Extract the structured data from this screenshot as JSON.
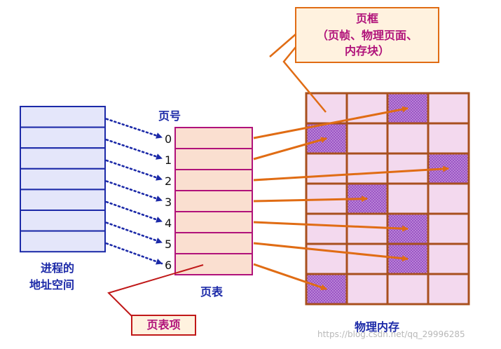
{
  "labels": {
    "page_number_header": "页号",
    "process_address_space_line1": "进程的",
    "process_address_space_line2": "地址空间",
    "page_table": "页表",
    "physical_memory": "物理内存",
    "page_table_entry": "页表项",
    "page_frame_line1": "页框",
    "page_frame_line2": "（页帧、物理页面、",
    "page_frame_line3": "内存块）"
  },
  "page_numbers": [
    "0",
    "1",
    "2",
    "3",
    "4",
    "5",
    "6"
  ],
  "watermark": "https://blog.csdn.net/qq_29996285",
  "colors": {
    "address_space_fill": "#e4e6fa",
    "address_space_border": "#1c2aa8",
    "page_table_fill": "#fadfd0",
    "page_table_border": "#b0127a",
    "memory_fill": "#f3d9ee",
    "memory_border": "#a8501e",
    "allocated_frame": "#9b55c4",
    "arrow_orange": "#e06c14",
    "arrow_blue": "#1c2aa8",
    "callout_border_orange": "#e06c14",
    "callout_border_red": "#c01818",
    "callout_fill": "#fff2df",
    "callout_text": "#b0127a"
  },
  "frame_mapping": [
    {
      "page": "0",
      "row": 0,
      "col": 2
    },
    {
      "page": "1",
      "row": 1,
      "col": 0
    },
    {
      "page": "2",
      "row": 2,
      "col": 3
    },
    {
      "page": "3",
      "row": 3,
      "col": 1
    },
    {
      "page": "4",
      "row": 4,
      "col": 2
    },
    {
      "page": "5",
      "row": 5,
      "col": 2
    },
    {
      "page": "6",
      "row": 6,
      "col": 0
    }
  ]
}
